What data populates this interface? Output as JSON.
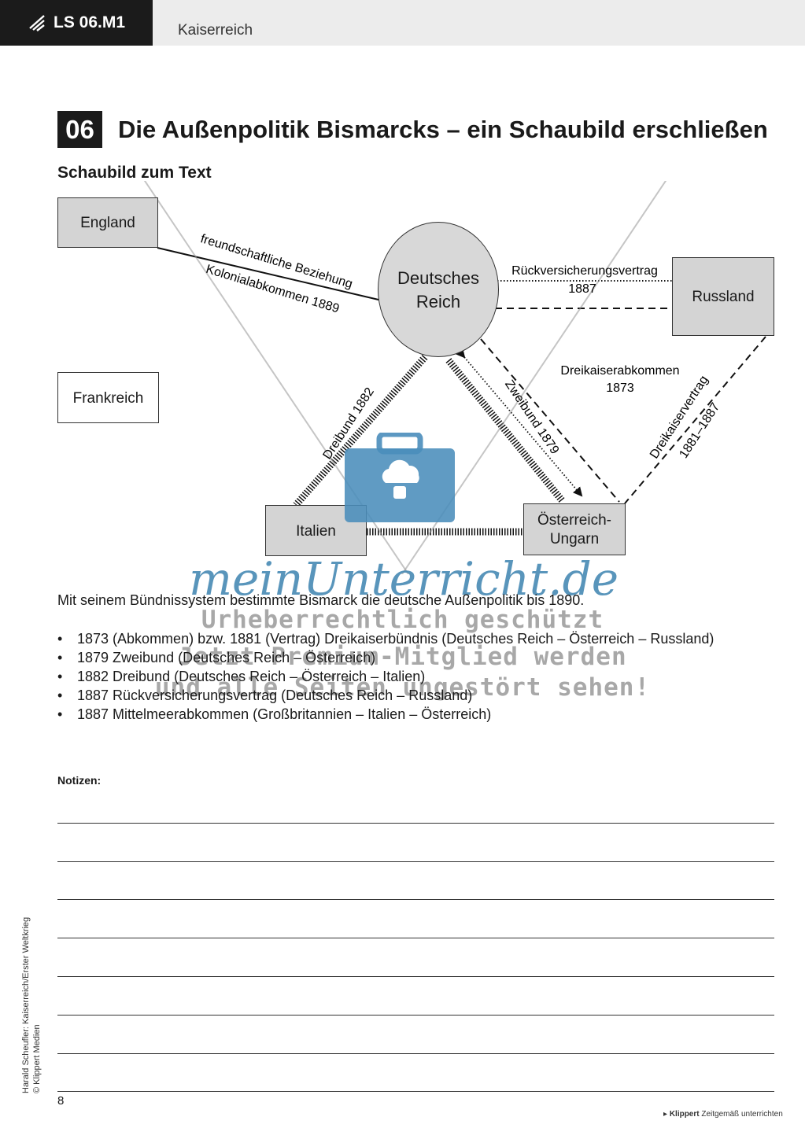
{
  "header": {
    "tag": "LS 06.M1",
    "title": "Kaiserreich"
  },
  "worksheet": {
    "number": "06",
    "title": "Die Außenpolitik Bismarcks – ein Schaubild erschließen",
    "subtitle": "Schaubild zum Text"
  },
  "diagram": {
    "nodes": {
      "england": "England",
      "deutsches_reich_line1": "Deutsches",
      "deutsches_reich_line2": "Reich",
      "russland": "Russland",
      "frankreich": "Frankreich",
      "italien": "Italien",
      "oesterreich_line1": "Österreich-",
      "oesterreich_line2": "Ungarn"
    },
    "relations": {
      "england_1": "freundschaftliche Beziehung",
      "england_2": "Kolonialabkommen 1889",
      "rueck_1": "Rückversicherungsvertrag",
      "rueck_2": "1887",
      "dreikaiserabkommen_1": "Dreikaiserabkommen",
      "dreikaiserabkommen_2": "1873",
      "dreibund": "Dreibund 1882",
      "zweibund": "Zweibund 1879",
      "dreikaiservertrag_1": "Dreikaiservertrag",
      "dreikaiservertrag_2": "1881–1887"
    }
  },
  "text": {
    "intro": "Mit seinem Bündnissystem bestimmte Bismarck die deutsche Außenpolitik bis 1890.",
    "bullets": [
      "1873 (Abkommen) bzw. 1881 (Vertrag) Dreikaiserbündnis (Deutsches Reich – Österreich – Russland)",
      "1879 Zweibund (Deutsches Reich – Österreich)",
      "1882 Dreibund (Deutsches Reich – Österreich – Italien)",
      "1887 Rückversicherungsvertrag (Deutsches Reich – Russland)",
      "1887 Mittelmeerabkommen (Großbritannien – Italien – Österreich)"
    ],
    "notes_label": "Notizen:"
  },
  "watermark": {
    "site": "meinUnterricht.de",
    "line1": "Urheberrechtlich geschützt",
    "line2": "Jetzt Premium-Mitglied werden",
    "line3": "und alle Seiten ungestört sehen!"
  },
  "footer": {
    "side_line1": "Harald Scheufler: Kaiserreich/Erster Weltkrieg",
    "side_line2": "© Klippert Medien",
    "page": "8",
    "brand": "Klippert",
    "slogan": "Zeitgemäß unterrichten"
  },
  "colors": {
    "dark": "#1b1b1b",
    "node_grey": "#d4d4d4",
    "watermark_blue": "#4a8dbb"
  }
}
